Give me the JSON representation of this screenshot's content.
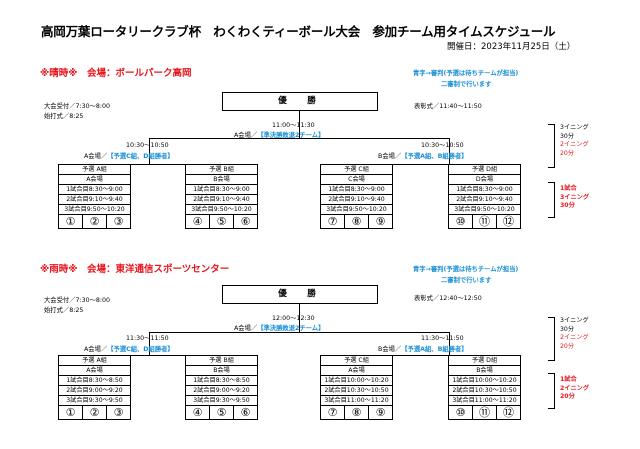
{
  "header": {
    "title": "高岡万葉ロータリークラブ杯　わくわくティーボール大会　参加チーム用タイムスケジュール",
    "date": "開催日：2023年11月25日（土）"
  },
  "sections": [
    {
      "heading": "※晴時※　会場：ボールパーク高岡",
      "note_line1": "青字→審判(予選は待ちチームが担当)",
      "note_line2": "二審制で行います",
      "reception": "大会受付／7:30～8:00",
      "opening": "始打式／8:25",
      "award": "表彰式／11:40～11:50",
      "final_label": "優　勝",
      "final_time": "11:00～11:30",
      "final_venue_a": "A会場／",
      "final_venue_b": "【準決勝敗退2チーム】",
      "semi_left_time": "10:30～10:50",
      "semi_left_venue": "A会場／",
      "semi_left_ref": "【予選C組、D組勝者】",
      "semi_right_time": "10:30～10:50",
      "semi_right_venue": "B会場／",
      "semi_right_ref": "【予選A組、B組勝者】",
      "groups": [
        {
          "name": "予選 A組",
          "venue": "A会場",
          "r1": "1試合目8:30～9:00",
          "r2": "2試合目9:10～9:40",
          "r3": "3試合目9:50～10:20",
          "nums": [
            "①",
            "②",
            "③"
          ]
        },
        {
          "name": "予選 B組",
          "venue": "B会場",
          "r1": "1試合目8:30～9:00",
          "r2": "2試合目9:10～9:40",
          "r3": "3試合目9:50～10:20",
          "nums": [
            "④",
            "⑤",
            "⑥"
          ]
        },
        {
          "name": "予選 C組",
          "venue": "C会場",
          "r1": "1試合目8:30～9:00",
          "r2": "2試合目9:10～9:40",
          "r3": "3試合目9:50～10:20",
          "nums": [
            "⑦",
            "⑧",
            "⑨"
          ]
        },
        {
          "name": "予選 D組",
          "venue": "D会場",
          "r1": "1試合目8:30～9:00",
          "r2": "2試合目9:10～9:40",
          "r3": "3試合目9:50～10:20",
          "nums": [
            "⑩",
            "⑪",
            "⑫"
          ]
        }
      ],
      "rule_top": [
        "3イニング",
        "30分",
        "2イニング",
        "20分"
      ],
      "rule_bottom": [
        "1試合",
        "3イニング",
        "30分"
      ]
    },
    {
      "heading": "※雨時※　会場：東洋通信スポーツセンター",
      "note_line1": "青字→審判(予選は待ちチームが担当)",
      "note_line2": "二審制で行います",
      "reception": "大会受付／7:30～8:00",
      "opening": "始打式／8:25",
      "award": "表彰式／12:40～12:50",
      "final_label": "優　勝",
      "final_time": "12:00～12:30",
      "final_venue_a": "A会場／",
      "final_venue_b": "【準決勝敗退2チーム】",
      "semi_left_time": "11:30～11:50",
      "semi_left_venue": "A会場／",
      "semi_left_ref": "【予選C組、D組勝者】",
      "semi_right_time": "11:30～11:50",
      "semi_right_venue": "B会場／",
      "semi_right_ref": "【予選A組、B組勝者】",
      "groups": [
        {
          "name": "予選 A組",
          "venue": "A会場",
          "r1": "1試合目8:30～8:50",
          "r2": "2試合目9:00～9:20",
          "r3": "3試合目9:30～9:50",
          "nums": [
            "①",
            "②",
            "③"
          ]
        },
        {
          "name": "予選 B組",
          "venue": "B会場",
          "r1": "1試合目8:30～8:50",
          "r2": "2試合目9:00～9:20",
          "r3": "3試合目9:30～9:50",
          "nums": [
            "④",
            "⑤",
            "⑥"
          ]
        },
        {
          "name": "予選 C組",
          "venue": "A会場",
          "r1": "1試合目10:00～10:20",
          "r2": "2試合目10:30～10:50",
          "r3": "3試合目11:00～11:20",
          "nums": [
            "⑦",
            "⑧",
            "⑨"
          ]
        },
        {
          "name": "予選 D組",
          "venue": "B会場",
          "r1": "1試合目10:00～10:20",
          "r2": "2試合目10:30～10:50",
          "r3": "3試合目11:00～11:20",
          "nums": [
            "⑩",
            "⑪",
            "⑫"
          ]
        }
      ],
      "rule_top": [
        "3イニング",
        "30分",
        "2イニング",
        "20分"
      ],
      "rule_bottom": [
        "1試合",
        "2イニング",
        "20分"
      ]
    }
  ]
}
